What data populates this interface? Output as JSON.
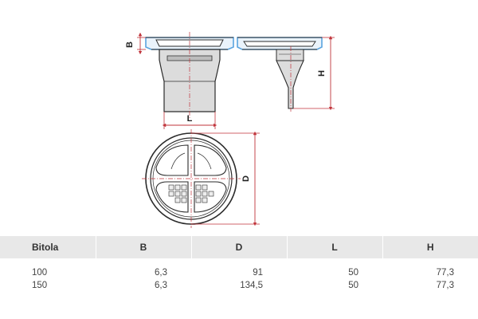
{
  "drawing": {
    "labels": {
      "B": "B",
      "L": "L",
      "H": "H",
      "D": "D"
    },
    "colors": {
      "outline": "#2b2b2b",
      "fill": "#d8d8d8",
      "rim": "#5aa4df",
      "dimension": "#c0333a"
    }
  },
  "table": {
    "headers": [
      "Bitola",
      "B",
      "D",
      "L",
      "H"
    ],
    "rows": [
      [
        "100",
        "6,3",
        "91",
        "50",
        "77,3"
      ],
      [
        "150",
        "6,3",
        "134,5",
        "50",
        "77,3"
      ]
    ]
  }
}
